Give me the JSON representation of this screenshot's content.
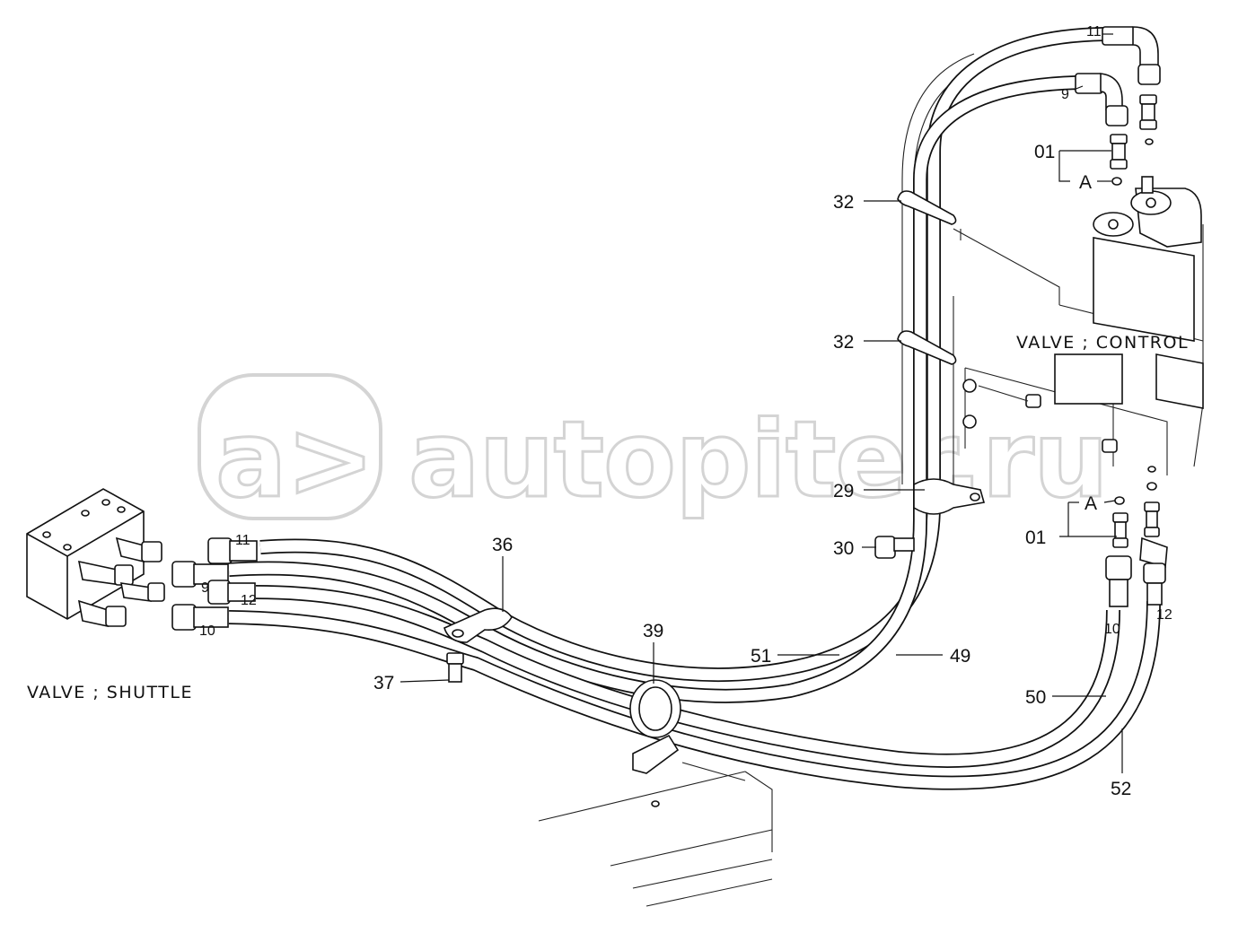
{
  "watermark": {
    "logo_text": "a>",
    "text": "autopiter.ru"
  },
  "captions": {
    "shuttle_valve": "VALVE ; SHUTTLE",
    "control_valve": "VALVE ; CONTROL"
  },
  "callouts": {
    "c11_top": "11",
    "c9_top": "9",
    "c01_top": "01",
    "cA_top": "A",
    "c32_upper": "32",
    "c32_lower": "32",
    "c29": "29",
    "c30": "30",
    "cA_mid": "A",
    "c01_mid": "01",
    "c10_right": "10",
    "c12_right": "12",
    "c11_left": "11",
    "c9_left": "9",
    "c12_left": "12",
    "c10_left": "10",
    "c36": "36",
    "c37": "37",
    "c39": "39",
    "c51": "51",
    "c49": "49",
    "c50": "50",
    "c52": "52"
  }
}
